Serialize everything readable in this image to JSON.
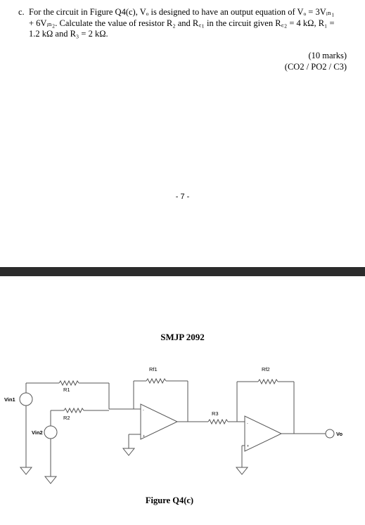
{
  "question": {
    "number": "c.",
    "line1": "For the circuit in Figure Q4(c), Vₒ is designed to have an output equation of Vₒ = 3Vᵢₙ₁",
    "line2": "+ 6Vᵢₙ₂. Calculate the value of resistor R₂ and R꜀₁ in the circuit given R꜀₂ = 4 kΩ, R₁ =",
    "line3": "1.2 kΩ and R₃ = 2 kΩ."
  },
  "marks": {
    "value": "(10 marks)",
    "outcomes": "(CO2 / PO2 / C3)"
  },
  "page_number": "- 7 -",
  "course_code": "SMJP 2092",
  "figure": {
    "caption": "Figure Q4(c)",
    "labels": {
      "rf1": "Rf1",
      "rf2": "Rf2",
      "r1": "R1",
      "r2": "R2",
      "r3": "R3",
      "vin1": "Vin1",
      "vin2": "Vin2",
      "vo": "Vo",
      "minus": "-",
      "plus": "+"
    }
  }
}
